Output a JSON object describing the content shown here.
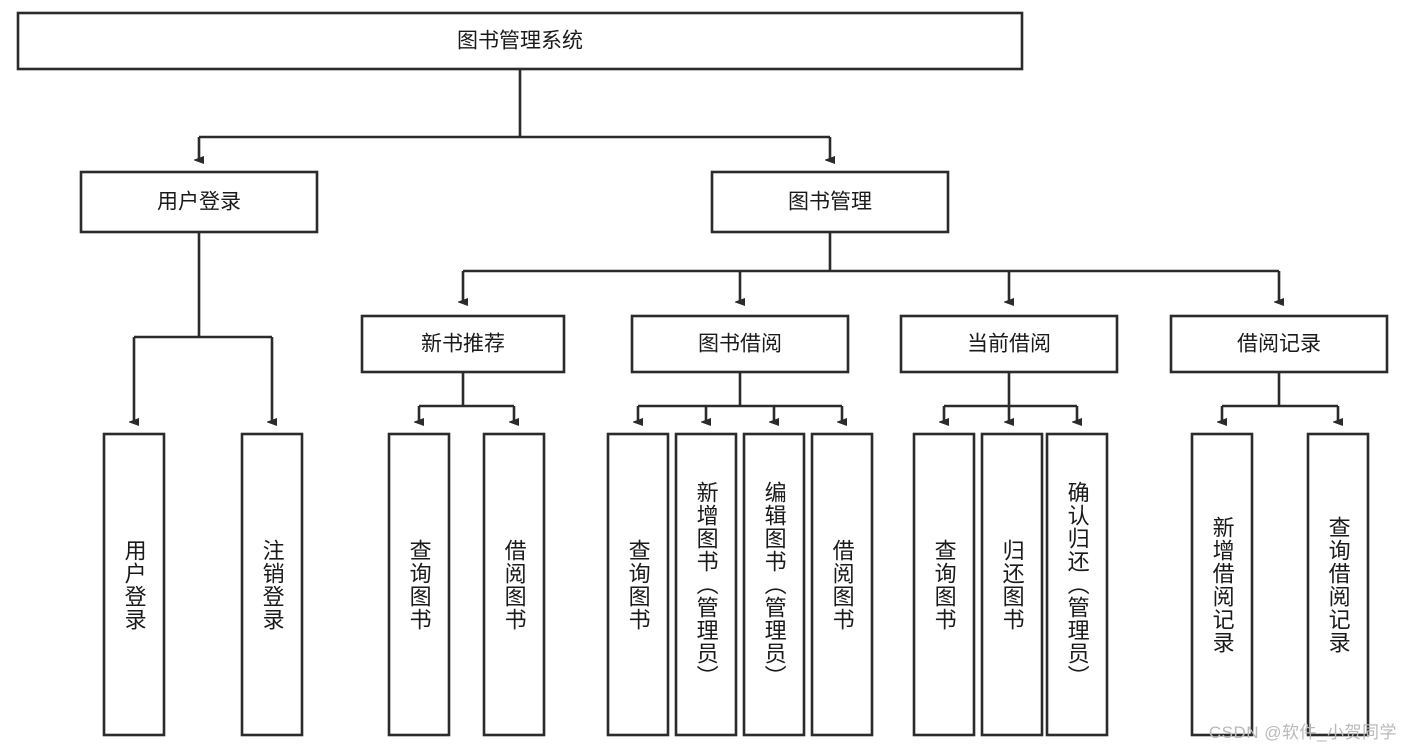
{
  "diagram": {
    "title": "图书管理系统",
    "watermark": "CSDN @软件_小贺同学",
    "accent_color": "#2b2b2b",
    "background_color": "#ffffff",
    "levels": {
      "root": {
        "label": "图书管理系统"
      },
      "level2": [
        {
          "label": "用户登录"
        },
        {
          "label": "图书管理"
        }
      ],
      "level3": [
        {
          "label": "新书推荐"
        },
        {
          "label": "图书借阅"
        },
        {
          "label": "当前借阅"
        },
        {
          "label": "借阅记录"
        }
      ]
    },
    "leaves": {
      "user_login": [
        {
          "label": "用户登录"
        },
        {
          "label": "注销登录"
        }
      ],
      "new_book_recommend": [
        {
          "label": "查询图书"
        },
        {
          "label": "借阅图书"
        }
      ],
      "book_borrow": [
        {
          "label": "查询图书"
        },
        {
          "label": "新增图书（管理员）"
        },
        {
          "label": "编辑图书（管理员）"
        },
        {
          "label": "借阅图书"
        }
      ],
      "current_borrow": [
        {
          "label": "查询图书"
        },
        {
          "label": "归还图书"
        },
        {
          "label": "确认归还（管理员）"
        }
      ],
      "borrow_record": [
        {
          "label": "新增借阅记录"
        },
        {
          "label": "查询借阅记录"
        }
      ]
    }
  }
}
